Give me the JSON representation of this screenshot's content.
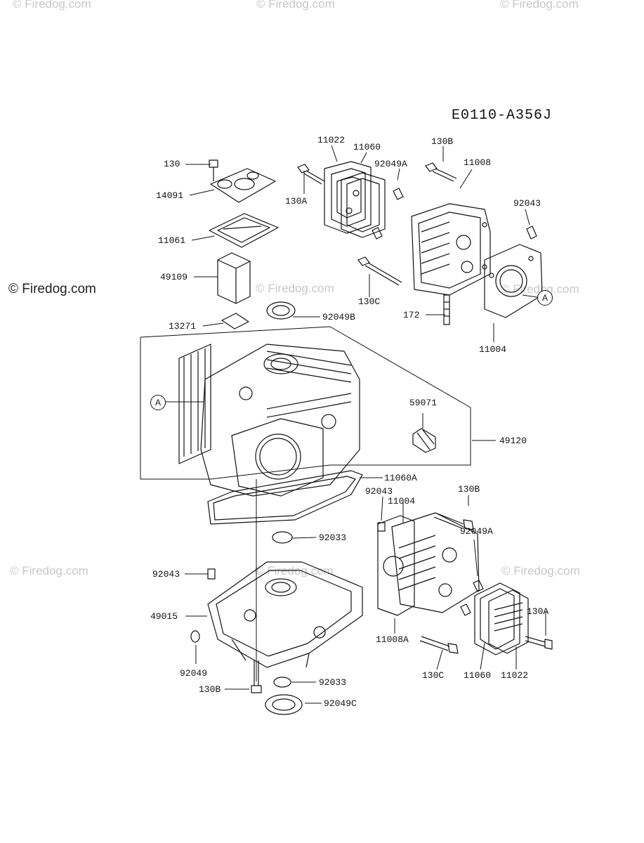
{
  "watermarks": {
    "top_left": "© Firedog.com",
    "top_center": "© Firedog.com",
    "top_right": "© Firedog.com",
    "mid_left": "© Firedog.com",
    "mid_center": "© Firedog.com",
    "mid_right": "© Firedog.com",
    "low_left": "© Firedog.com",
    "low_center": "© Firedog.com",
    "low_right": "© Firedog.com"
  },
  "diagram_code": "E0110-A356J",
  "callouts": {
    "a_left": "A",
    "a_right": "A"
  },
  "parts": {
    "p130_top": "130",
    "p14091": "14091",
    "p11061": "11061",
    "p49109": "49109",
    "p13271": "13271",
    "p11022_top": "11022",
    "p11060_top": "11060",
    "p130A_top": "130A",
    "p92049A_top": "92049A",
    "p130B_top": "130B",
    "p11008": "11008",
    "p92043_top": "92043",
    "p130C_top": "130C",
    "p172": "172",
    "p11004_top": "11004",
    "p92049B": "92049B",
    "p59071": "59071",
    "p49120": "49120",
    "p11060A": "11060A",
    "p92043_mid": "92043",
    "p11004_mid": "11004",
    "p130B_mid": "130B",
    "p92033_a": "92033",
    "p92049A_mid": "92049A",
    "p92043_left": "92043",
    "p49015": "49015",
    "p130A_right": "130A",
    "p92049": "92049",
    "p11008A": "11008A",
    "p130C_bot": "130C",
    "p11060_bot": "11060",
    "p11022_bot": "11022",
    "p92033_b": "92033",
    "p130B_bot": "130B",
    "p92049C": "92049C"
  }
}
